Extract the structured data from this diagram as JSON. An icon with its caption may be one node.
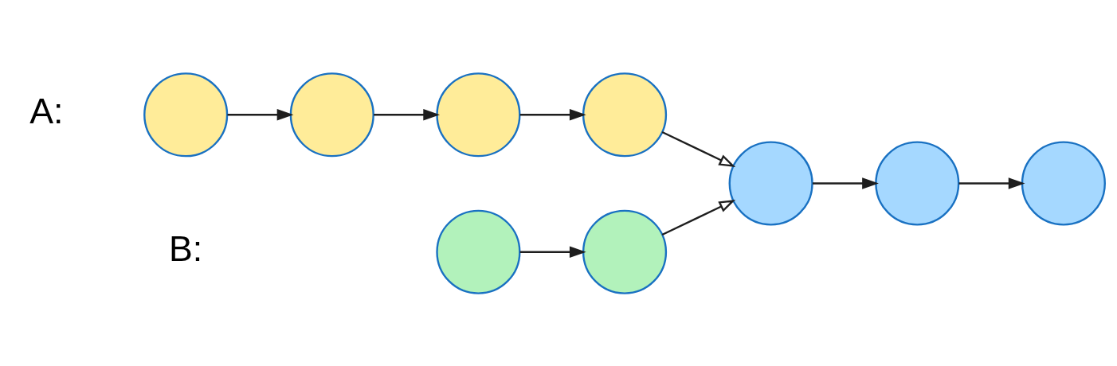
{
  "diagram": {
    "nodes": [
      {
        "text": [],
        "shape": "circle"
      },
      {
        "text": [],
        "shape": "circle"
      },
      {
        "text": [],
        "shape": "circle"
      },
      {
        "text": [],
        "shape": "circle"
      },
      {
        "text": [],
        "shape": "circle"
      },
      {
        "text": [],
        "shape": "circle"
      },
      {
        "text": [],
        "shape": "circle"
      },
      {
        "text": [],
        "shape": "circle"
      },
      {
        "text": [],
        "shape": "circle"
      }
    ],
    "edges": [
      {
        "from": 0,
        "to": 1,
        "arrow": "to"
      },
      {
        "from": 1,
        "to": 2,
        "arrow": "to"
      },
      {
        "from": 2,
        "to": 3,
        "arrow": "to"
      },
      {
        "from": 3,
        "to": 4,
        "arrow": "to"
      },
      {
        "from": 4,
        "to": 5,
        "arrow": "to"
      },
      {
        "from": 5,
        "to": 6,
        "arrow": "to"
      },
      {
        "from": 7,
        "to": 8,
        "arrow": "to"
      },
      {
        "from": 8,
        "to": 4,
        "arrow": "to"
      }
    ],
    "labels": [
      "A:",
      "B:"
    ]
  }
}
